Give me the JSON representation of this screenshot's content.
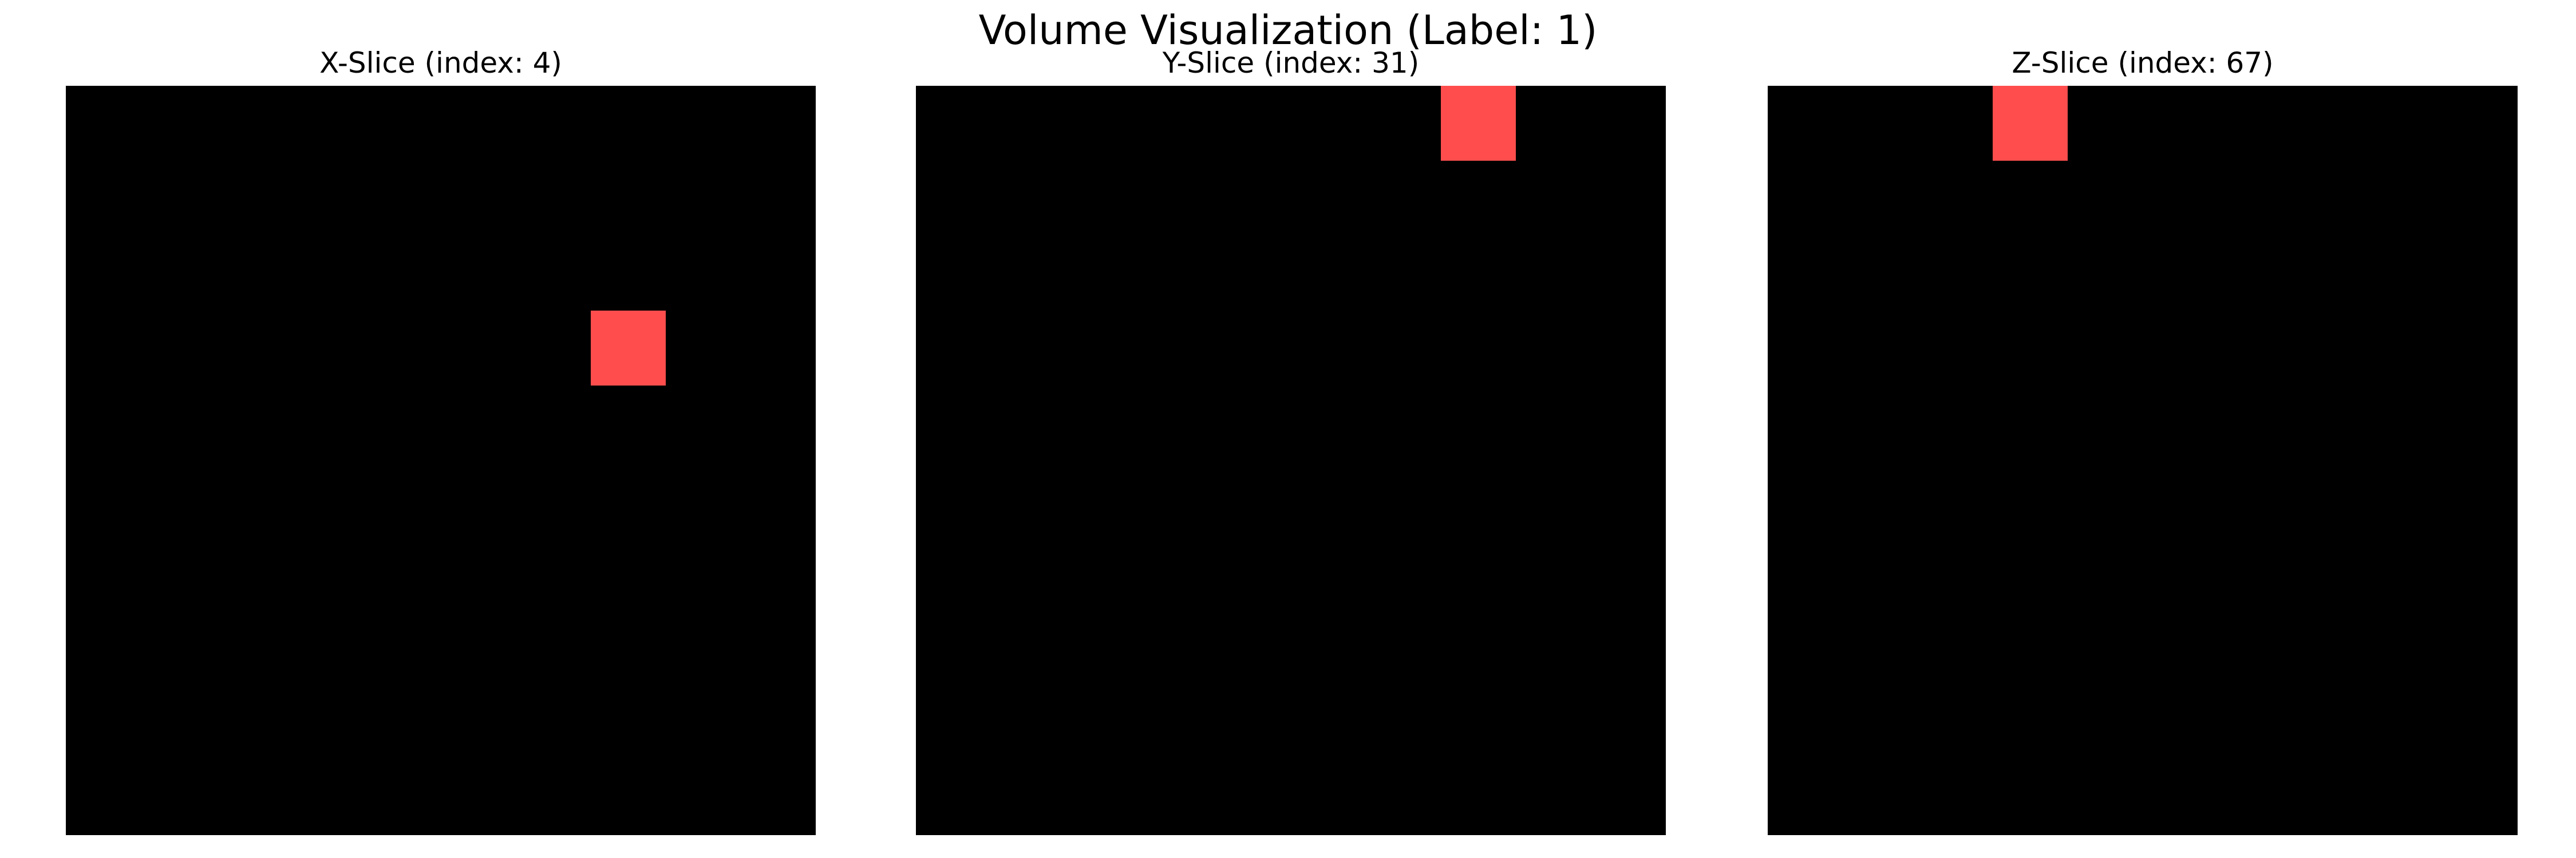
{
  "figure": {
    "title": "Volume Visualization (Label: 1)"
  },
  "colors": {
    "background": "#000000",
    "marker": "#ff4d4d"
  },
  "chart_data": [
    {
      "type": "heatmap",
      "title": "X-Slice (index: 4)",
      "grid_size": [
        10,
        10
      ],
      "axes_visible": false,
      "cells": [
        {
          "row": 3,
          "col": 7,
          "value": 1
        }
      ]
    },
    {
      "type": "heatmap",
      "title": "Y-Slice (index: 31)",
      "grid_size": [
        10,
        10
      ],
      "axes_visible": false,
      "cells": [
        {
          "row": 0,
          "col": 7,
          "value": 1
        }
      ]
    },
    {
      "type": "heatmap",
      "title": "Z-Slice (index: 67)",
      "grid_size": [
        10,
        10
      ],
      "axes_visible": false,
      "cells": [
        {
          "row": 0,
          "col": 3,
          "value": 1
        }
      ]
    }
  ]
}
